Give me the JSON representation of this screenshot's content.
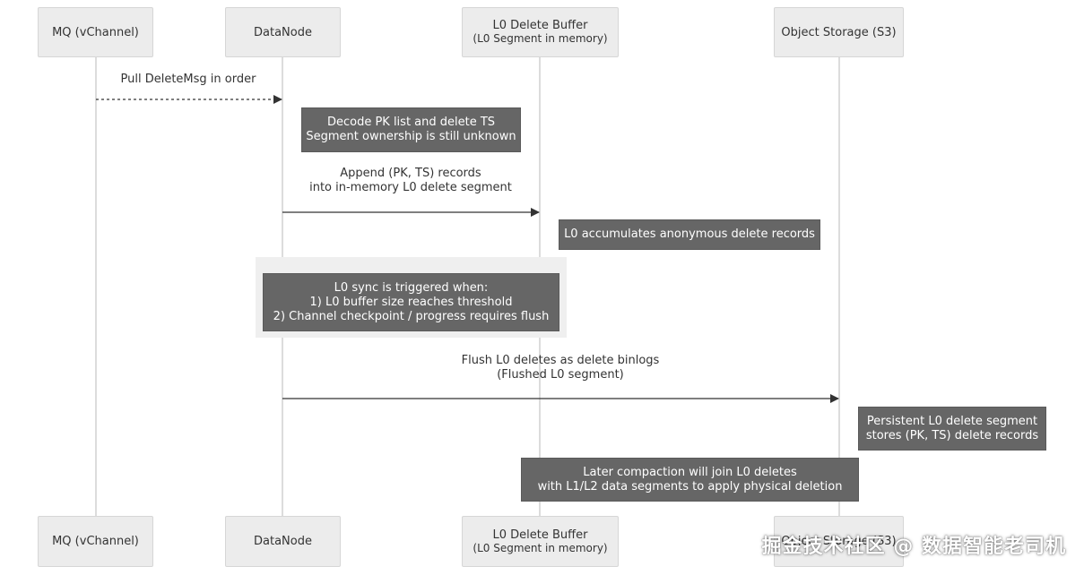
{
  "participants": [
    {
      "name": "MQ (vChannel)",
      "sub": ""
    },
    {
      "name": "DataNode",
      "sub": ""
    },
    {
      "name": "L0 Delete Buffer",
      "sub": "(L0 Segment in memory)"
    },
    {
      "name": "Object Storage (S3)",
      "sub": ""
    }
  ],
  "messages": [
    {
      "label_lines": [
        "Pull DeleteMsg in order"
      ],
      "style": "dotted",
      "from": "MQ (vChannel)",
      "to": "DataNode"
    },
    {
      "label_lines": [
        "Append (PK, TS) records",
        "into in-memory L0 delete segment"
      ],
      "style": "solid",
      "from": "DataNode",
      "to": "L0 Delete Buffer"
    },
    {
      "label_lines": [
        "Flush L0 deletes as delete binlogs",
        "(Flushed L0 segment)"
      ],
      "style": "solid",
      "from": "DataNode",
      "to": "Object Storage (S3)"
    }
  ],
  "notes": [
    {
      "lines": [
        "Decode PK list and delete TS",
        "Segment ownership is still unknown"
      ]
    },
    {
      "lines": [
        "L0 accumulates anonymous delete records"
      ]
    },
    {
      "lines": [
        "L0 sync is triggered when:",
        "1) L0 buffer size reaches threshold",
        "2) Channel checkpoint / progress requires flush"
      ]
    },
    {
      "lines": [
        "Persistent L0 delete segment",
        "stores (PK, TS) delete records"
      ]
    },
    {
      "lines": [
        "Later compaction will join L0 deletes",
        "with L1/L2 data segments to apply physical deletion"
      ]
    }
  ],
  "watermark": "掘金技术社区 @ 数据智能老司机"
}
